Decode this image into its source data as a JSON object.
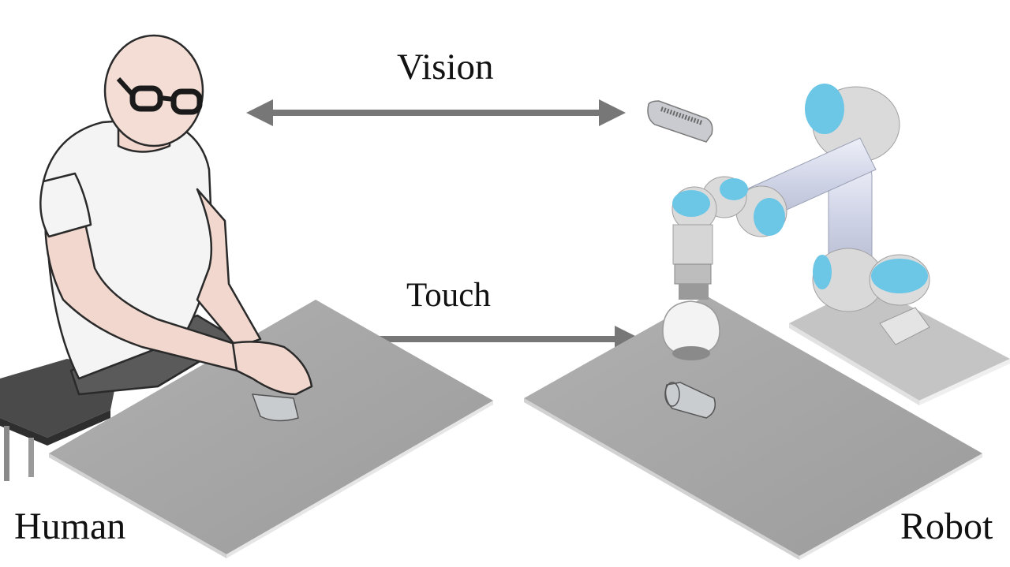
{
  "labels": {
    "vision": "Vision",
    "touch": "Touch",
    "human": "Human",
    "robot": "Robot"
  },
  "colors": {
    "arrow": "#777777",
    "table": "#a9a9a9",
    "robot_accent": "#6cc6e6",
    "robot_body": "#d9d9d9"
  }
}
